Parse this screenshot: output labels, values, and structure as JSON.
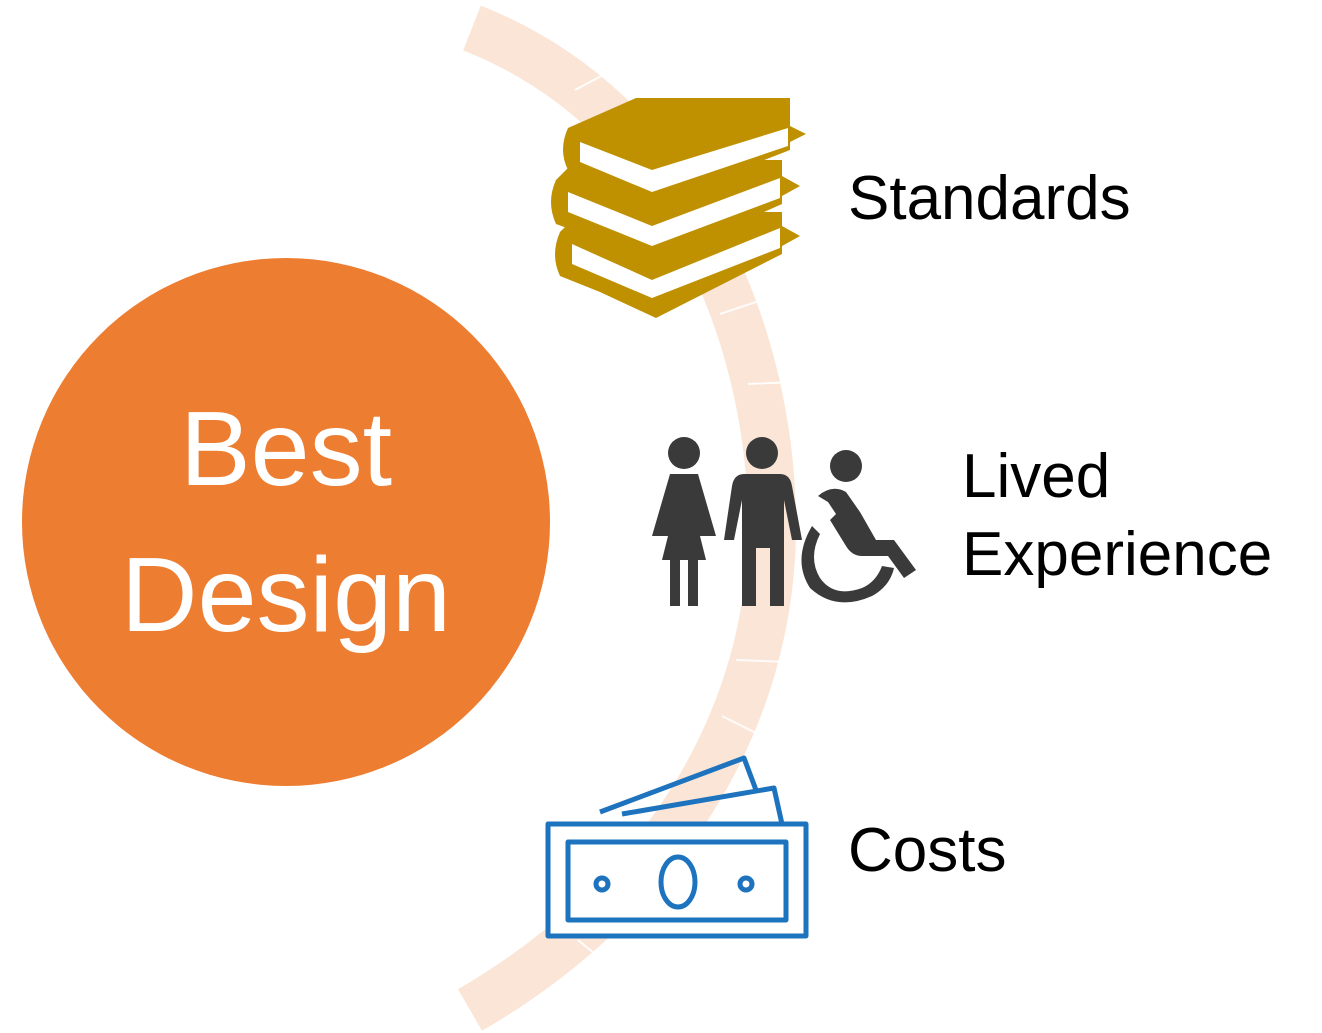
{
  "center": {
    "line1": "Best",
    "line2": "Design",
    "color": "#ED7D31"
  },
  "items": [
    {
      "label": "Standards",
      "icon": "books-icon",
      "color": "#BF9000"
    },
    {
      "label_line1": "Lived",
      "label_line2": "Experience",
      "icon": "people-accessibility-icon",
      "color": "#3A3A3A"
    },
    {
      "label": "Costs",
      "icon": "banknotes-icon",
      "color": "#1E73BE"
    }
  ],
  "arc_color": "#FBE5D6"
}
